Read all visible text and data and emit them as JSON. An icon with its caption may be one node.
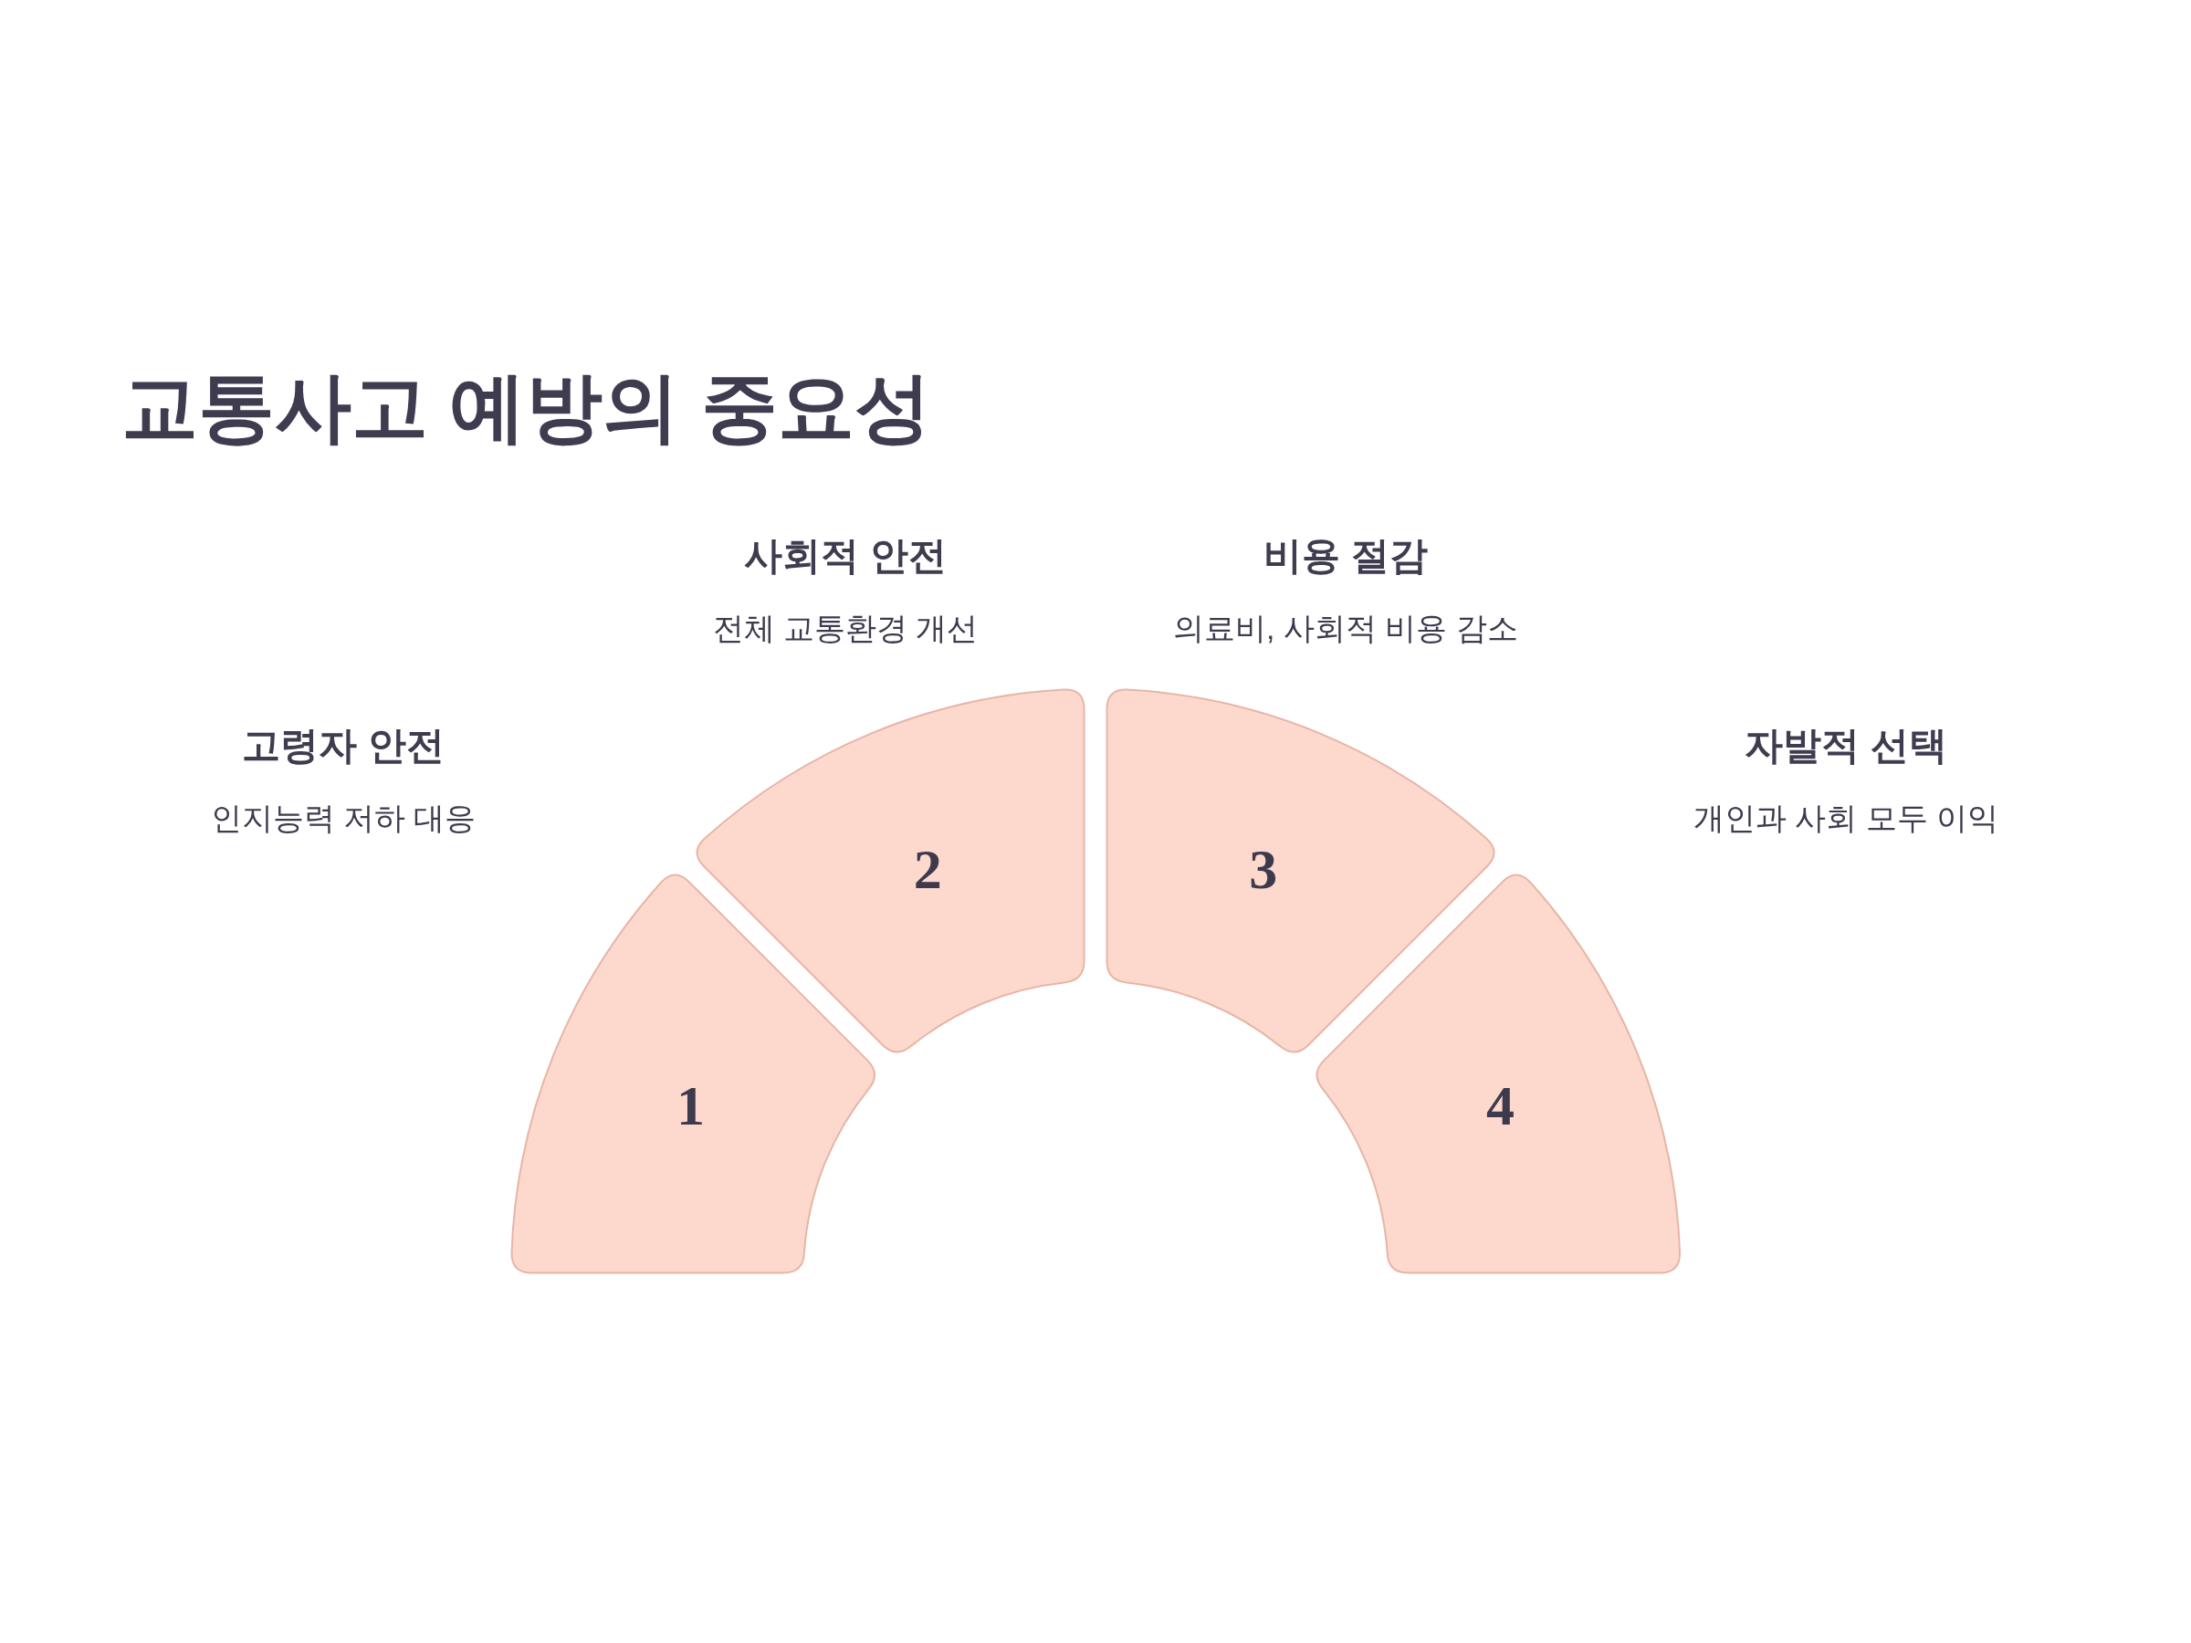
{
  "diagram": {
    "title": "교통사고 예방의 중요성",
    "nodes": [
      {
        "text": [
          "1"
        ],
        "beside": [
          "고령자 안전",
          "인지능력 저하 대응"
        ]
      },
      {
        "text": [
          "2"
        ],
        "beside": [
          "사회적 안전",
          "전체 교통환경 개선"
        ]
      },
      {
        "text": [
          "3"
        ],
        "beside": [
          "비용 절감",
          "의료비, 사회적 비용 감소"
        ]
      },
      {
        "text": [
          "4"
        ],
        "beside": [
          "자발적 선택",
          "개인과 사회 모두 이익"
        ]
      }
    ]
  }
}
